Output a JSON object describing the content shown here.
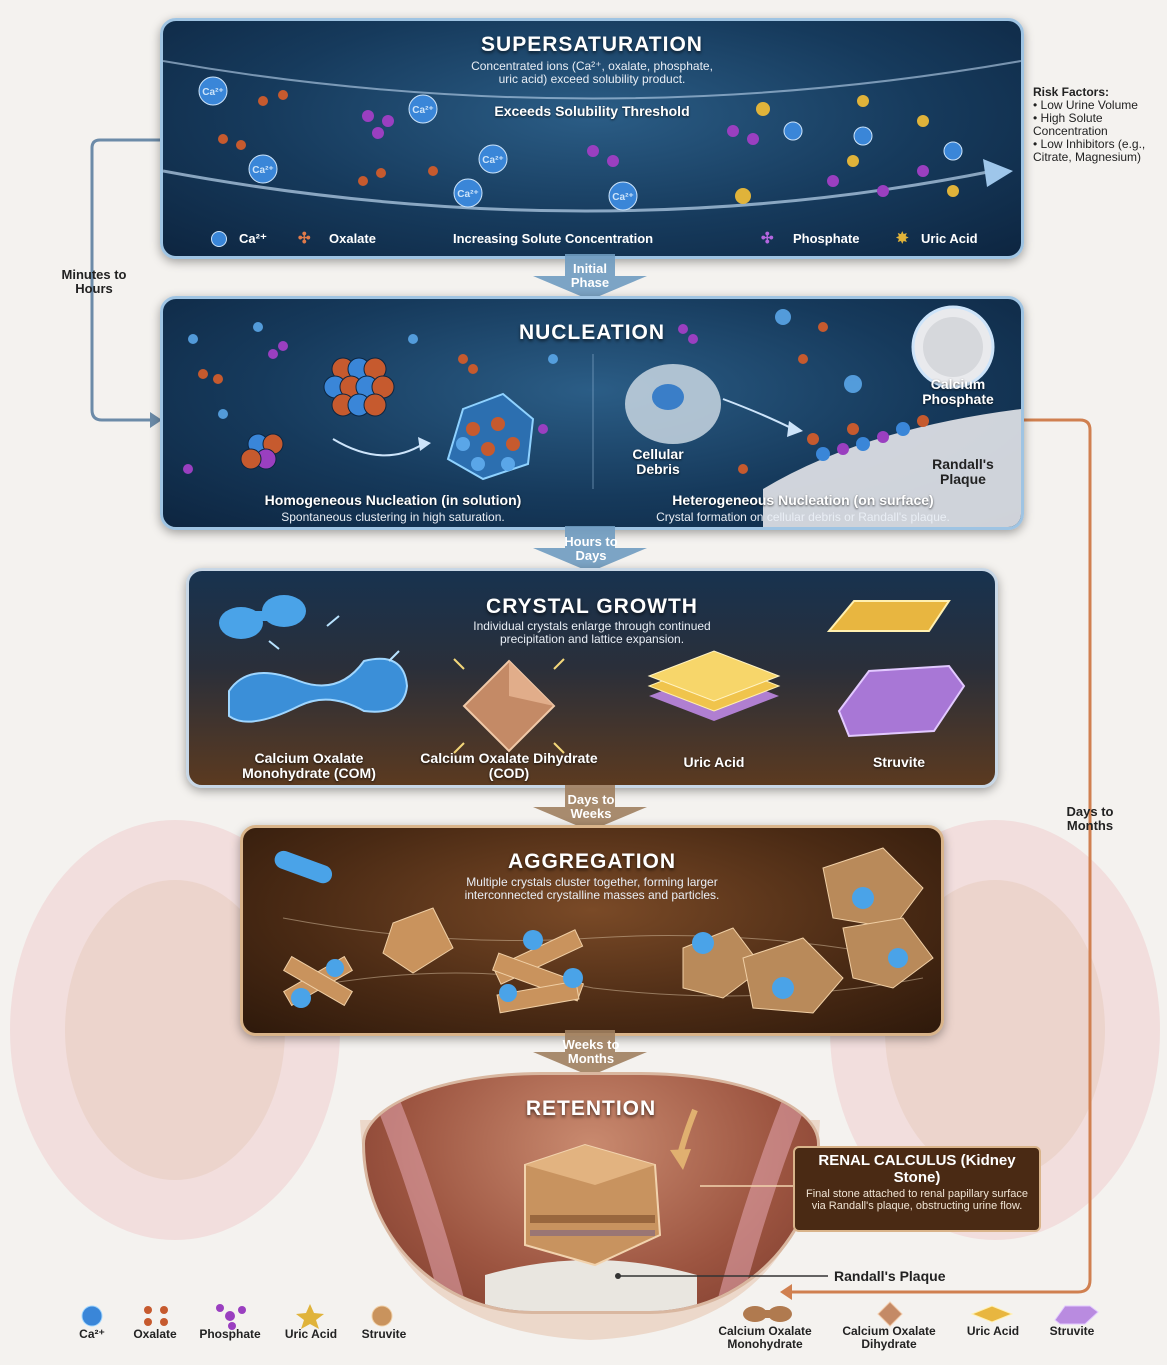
{
  "panels": {
    "supersaturation": {
      "title": "SUPERSATURATION",
      "subtitle_line1": "Concentrated ions (Ca²⁺, oxalate, phosphate,",
      "subtitle_line2": "uric acid) exceed solubility product.",
      "threshold_label": "Exceeds Solubility Threshold",
      "bottom_label": "Increasing Solute Concentration",
      "legend": [
        "Ca²⁺",
        "Oxalate",
        "Phosphate",
        "Uric Acid"
      ],
      "ion_label": "Ca²⁺"
    },
    "nucleation": {
      "title": "NUCLEATION",
      "homogeneous_title": "Homogeneous Nucleation (in solution)",
      "homogeneous_desc": "Spontaneous clustering in high saturation.",
      "heterogeneous_title": "Heterogeneous Nucleation (on surface)",
      "heterogeneous_desc": "Crystal formation on cellular debris or Randall's plaque.",
      "cellular_debris": "Cellular Debris",
      "calcium_phosphate": "Calcium Phosphate",
      "randalls_plaque": "Randall's Plaque"
    },
    "growth": {
      "title": "CRYSTAL GROWTH",
      "subtitle_line1": "Individual crystals enlarge through continued",
      "subtitle_line2": "precipitation and lattice expansion.",
      "crystals": [
        "Calcium Oxalate Monohydrate (COM)",
        "Calcium Oxalate Dihydrate (COD)",
        "Uric Acid",
        "Struvite"
      ]
    },
    "aggregation": {
      "title": "AGGREGATION",
      "subtitle_line1": "Multiple crystals cluster together, forming larger",
      "subtitle_line2": "interconnected crystalline masses and particles."
    },
    "retention": {
      "title": "RETENTION",
      "callout_title": "RENAL CALCULUS (Kidney Stone)",
      "callout_desc": "Final stone attached to renal papillary surface via Randall's plaque, obstructing urine flow.",
      "plaque_label": "Randall's Plaque"
    }
  },
  "transitions": [
    "Initial Phase",
    "Hours to Days",
    "Days to Weeks",
    "Weeks to Months"
  ],
  "side_labels": {
    "left_loop": "Minutes to Hours",
    "right_loop": "Days to Months"
  },
  "risk_factors": {
    "heading": "Risk Factors:",
    "items": [
      "Low Urine Volume",
      "High Solute Concentration",
      "Low Inhibitors (e.g., Citrate, Magnesium)"
    ]
  },
  "bottom_legend_left": [
    "Ca²⁺",
    "Oxalate",
    "Phosphate",
    "Uric Acid",
    "Struvite"
  ],
  "bottom_legend_right": [
    "Calcium Oxalate Monohydrate",
    "Calcium Oxalate Dihydrate",
    "Uric Acid",
    "Struvite"
  ],
  "colors": {
    "calcium": "#3a86d8",
    "oxalate": "#c65a2e",
    "phosphate": "#9a3fc0",
    "uric_acid": "#e0b33a",
    "struvite": "#b98a5a"
  }
}
